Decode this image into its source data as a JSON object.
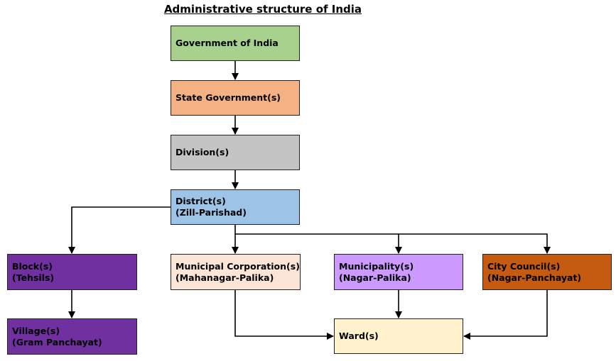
{
  "title": "Administrative structure of India",
  "nodes": {
    "india": {
      "line1": "Government of India",
      "line2": "",
      "color": "#a9d18e"
    },
    "state": {
      "line1": "State Government(s)",
      "line2": "",
      "color": "#f4b183"
    },
    "division": {
      "line1": "Division(s)",
      "line2": "",
      "color": "#c4c4c4"
    },
    "district": {
      "line1": "District(s)",
      "line2": "(Zill-Parishad)",
      "color": "#9dc3e6"
    },
    "block": {
      "line1": "Block(s)",
      "line2": "(Tehsils)",
      "color": "#7030a0"
    },
    "village": {
      "line1": "Village(s)",
      "line2": "(Gram Panchayat)",
      "color": "#7030a0"
    },
    "corporation": {
      "line1": "Municipal Corporation(s)",
      "line2": "(Mahanagar-Palika)",
      "color": "#fbe5d6"
    },
    "municipality": {
      "line1": "Municipality(s)",
      "line2": "(Nagar-Palika)",
      "color": "#cc99ff"
    },
    "council": {
      "line1": "City Council(s)",
      "line2": "(Nagar-Panchayat)",
      "color": "#c55a11"
    },
    "ward": {
      "line1": "Ward(s)",
      "line2": "",
      "color": "#fff2cc"
    }
  }
}
